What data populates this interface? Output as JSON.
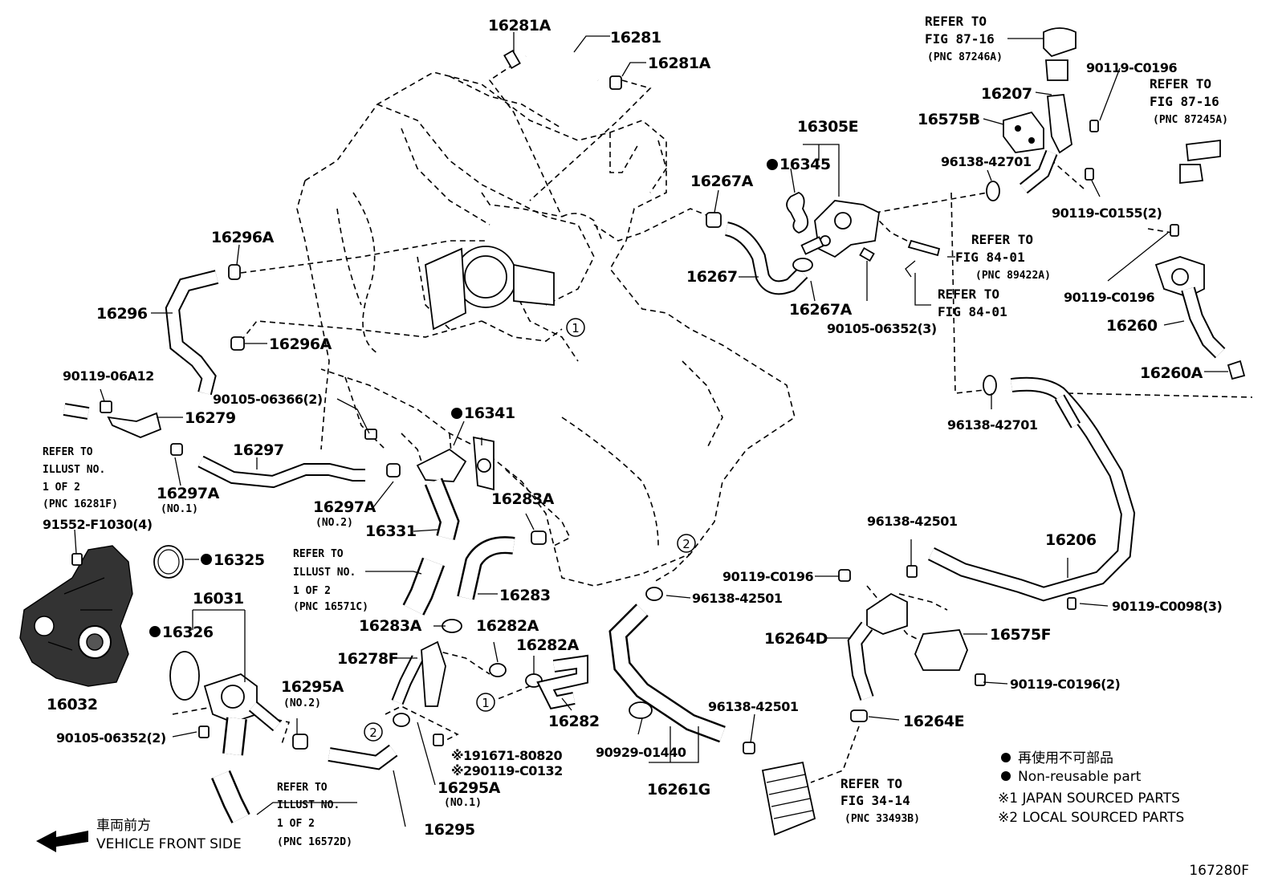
{
  "figure_code": "167280F",
  "part_numbers": {
    "p16281A_top": "16281A",
    "p16281": "16281",
    "p16281A_right": "16281A",
    "p16296A_top": "16296A",
    "p16296": "16296",
    "p16296A_mid": "16296A",
    "p16267A_top": "16267A",
    "p16267": "16267",
    "p16267A_bot": "16267A",
    "p16305E": "16305E",
    "p16345": "16345",
    "p90105_06352_3": "90105-06352(3)",
    "p16207": "16207",
    "p16575B": "16575B",
    "p96138_42701_top": "96138-42701",
    "p90119_C0196_top": "90119-C0196",
    "p90119_C0155_2": "90119-C0155(2)",
    "p90119_C0196_right": "90119-C0196",
    "p16260": "16260",
    "p16260A": "16260A",
    "p96138_42701_mid": "96138-42701",
    "p90119_06A12": "90119-06A12",
    "p16279": "16279",
    "p90105_06366_2": "90105-06366(2)",
    "p16341": "16341",
    "p16297": "16297",
    "p16297A_no1": "16297A",
    "no1_a": "(NO.1)",
    "p16297A_no2": "16297A",
    "no2_a": "(NO.2)",
    "p16331": "16331",
    "p16283A_top": "16283A",
    "p16283": "16283",
    "p91552_F1030_4": "91552-F1030(4)",
    "p16325": "16325",
    "p16031": "16031",
    "p16326": "16326",
    "p16032": "16032",
    "p90105_06352_2": "90105-06352(2)",
    "p16295A_no2": "16295A",
    "no2_b": "(NO.2)",
    "p16283A_bot": "16283A",
    "p16282A_left": "16282A",
    "p16282A_right": "16282A",
    "p16278F": "16278F",
    "p16282": "16282",
    "p191671": "※191671-80820",
    "p290119": "※290119-C0132",
    "p16295A_no1": "16295A",
    "no1_b": "(NO.1)",
    "p16295": "16295",
    "p96138_42501_a": "96138-42501",
    "p90119_C0196_mid": "90119-C0196",
    "p96138_42501_b": "96138-42501",
    "p16206": "16206",
    "p90119_C0098_3": "90119-C0098(3)",
    "p16264D": "16264D",
    "p16575F": "16575F",
    "p90119_C0196_2": "90119-C0196(2)",
    "p96138_42501_c": "96138-42501",
    "p90929_01440": "90929-01440",
    "p16261G": "16261G",
    "p16264E": "16264E"
  },
  "refs": {
    "r1": [
      "REFER TO",
      "FIG 87-16",
      "(PNC 87246A)"
    ],
    "r2": [
      "REFER TO",
      "FIG 87-16",
      "(PNC 87245A)"
    ],
    "r3": [
      "REFER TO",
      "FIG 84-01",
      "(PNC 89422A)"
    ],
    "r4": [
      "REFER TO",
      "FIG 84-01"
    ],
    "r5": [
      "REFER TO",
      "ILLUST NO.",
      "1 OF 2",
      "(PNC 16281F)"
    ],
    "r6": [
      "REFER TO",
      "ILLUST NO.",
      "1 OF 2",
      "(PNC 16571C)"
    ],
    "r7": [
      "REFER TO",
      "ILLUST NO.",
      "1 OF 2",
      "(PNC 16572D)"
    ],
    "r8": [
      "REFER TO",
      "FIG 34-14",
      "(PNC 33493B)"
    ]
  },
  "markers": {
    "m1": "1",
    "m2": "2"
  },
  "legend": {
    "jp_nonreusable": "再使用不可部品",
    "en_nonreusable": "Non-reusable part",
    "japan_sourced": "※1 JAPAN SOURCED PARTS",
    "local_sourced": "※2 LOCAL SOURCED PARTS"
  },
  "front": {
    "jp": "車両前方",
    "en": "VEHICLE FRONT SIDE"
  },
  "colors": {
    "ink": "#000000",
    "paper": "#ffffff"
  }
}
